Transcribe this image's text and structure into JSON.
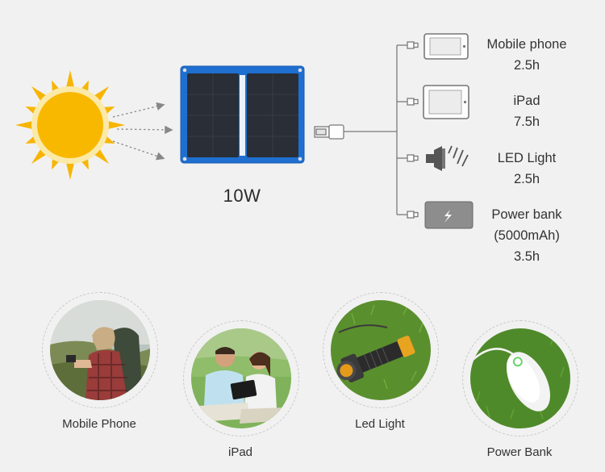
{
  "panel": {
    "label": "10W"
  },
  "devices": [
    {
      "name": "Mobile phone",
      "time": "2.5h",
      "icon": "smartphone-icon"
    },
    {
      "name": "iPad",
      "time": "7.5h",
      "icon": "tablet-icon"
    },
    {
      "name": "LED Light",
      "time": "2.5h",
      "icon": "flashlight-icon"
    },
    {
      "name": "Power bank",
      "capacity": "(5000mAh)",
      "time": "3.5h",
      "icon": "power-bank-icon"
    }
  ],
  "gallery": [
    {
      "caption": "Mobile Phone"
    },
    {
      "caption": "iPad"
    },
    {
      "caption": "Led Light"
    },
    {
      "caption": "Power Bank"
    }
  ],
  "colors": {
    "sun": "#f7b500",
    "panel_frame": "#1f6fd1",
    "cell": "#2a2e36",
    "cable": "#7a7a7a",
    "grass": "#4f8a2a"
  }
}
